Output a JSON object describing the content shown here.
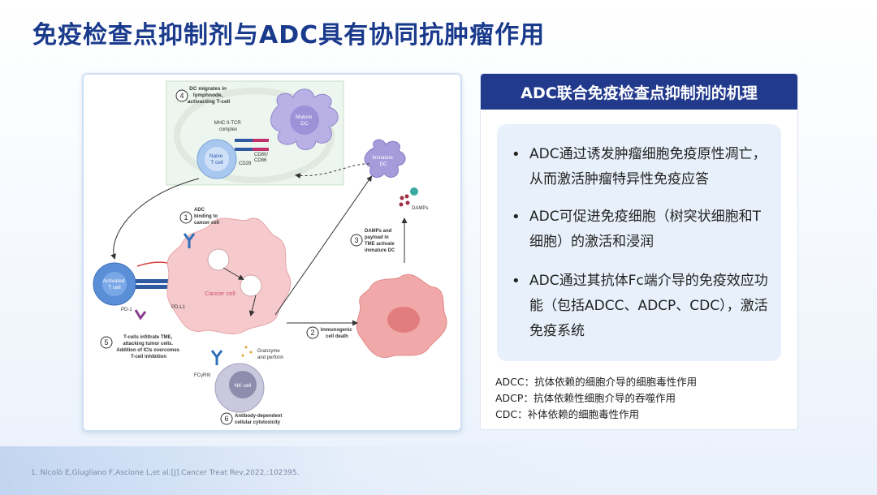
{
  "slide": {
    "title": "免疫检查点抑制剂与ADC具有协同抗肿瘤作用",
    "footnote": "1. Nicolò E,Giugliano F,Ascione L,et al.[J].Cancer Treat Rev,2022,:102395."
  },
  "panel": {
    "header": "ADC联合免疫检查点抑制剂的机理",
    "bullets": [
      "ADC通过诱发肿瘤细胞免疫原性凋亡，从而激活肿瘤特异性免疫应答",
      "ADC可促进免疫细胞（树突状细胞和T细胞）的激活和浸润",
      "ADC通过其抗体Fc端介导的免疫效应功能（包括ADCC、ADCP、CDC），激活免疫系统"
    ],
    "bullet_symbol": "•",
    "abbreviations": [
      "ADCC：抗体依赖的细胞介导的细胞毒性作用",
      "ADCP：抗体依赖性细胞介导的吞噬作用",
      "CDC：补体依赖的细胞毒性作用"
    ]
  },
  "diagram": {
    "steps": [
      {
        "num": "4",
        "label_lines": [
          "DC migrates in",
          "lymphnode,",
          "activacting T-cell"
        ]
      },
      {
        "num": "1",
        "label_lines": [
          "ADC",
          "binding to",
          "cancer cell"
        ]
      },
      {
        "num": "3",
        "label_lines": [
          "DAMPs and",
          "payload in",
          "TME activate",
          "immature DC"
        ]
      },
      {
        "num": "2",
        "label_lines": [
          "Immunogenic",
          "cell death"
        ]
      },
      {
        "num": "5",
        "label_lines": [
          "T-cells infiltrate TME,",
          "attacking tumor cells.",
          "Addition of ICIs  overcomes",
          "T-cell inhibition"
        ]
      },
      {
        "num": "6",
        "label_lines": [
          "Antibody-dependent",
          "cellular cytotoxicity"
        ]
      }
    ],
    "labels": {
      "mhc_lines": [
        "MHC II-TCR",
        "complex"
      ],
      "mature_dc_lines": [
        "Mature",
        "DC"
      ],
      "naive_t_lines": [
        "Naive",
        "T cell"
      ],
      "cd80_lines": [
        "CD80/",
        "CD86"
      ],
      "cd28": "CD28",
      "immature_dc_lines": [
        "Immature",
        "DC"
      ],
      "damps": "DAMPs",
      "activated_t_lines": [
        "Activated",
        "T cell"
      ],
      "pd1": "PD-1",
      "pdl1": "PD-L1",
      "cancer_cell": "Cancer cell",
      "granzyme_lines": [
        "Granzyme",
        "and perforin"
      ],
      "fcyriii": "FCγRIII",
      "nk_cell": "NK cell"
    },
    "colors": {
      "dc_purple": "#b9b0e6",
      "tcell_blue": "#a9c8f0",
      "activated_tcell": "#5a8fd8",
      "cancer_pink": "#f6c9cc",
      "dead_cell": "#f0a9a8",
      "nk_gray": "#c9c8dc",
      "lymph_bg": "#edf6ee"
    }
  }
}
